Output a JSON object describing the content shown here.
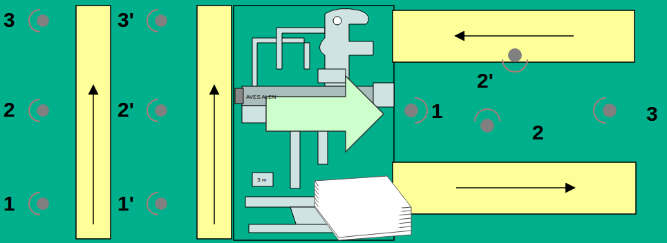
{
  "diagram": {
    "labels": [
      "3",
      "3'",
      "2",
      "2'",
      "1",
      "1'",
      "AVES ALEN",
      "3 m",
      "1",
      "2'",
      "2",
      "3"
    ]
  }
}
